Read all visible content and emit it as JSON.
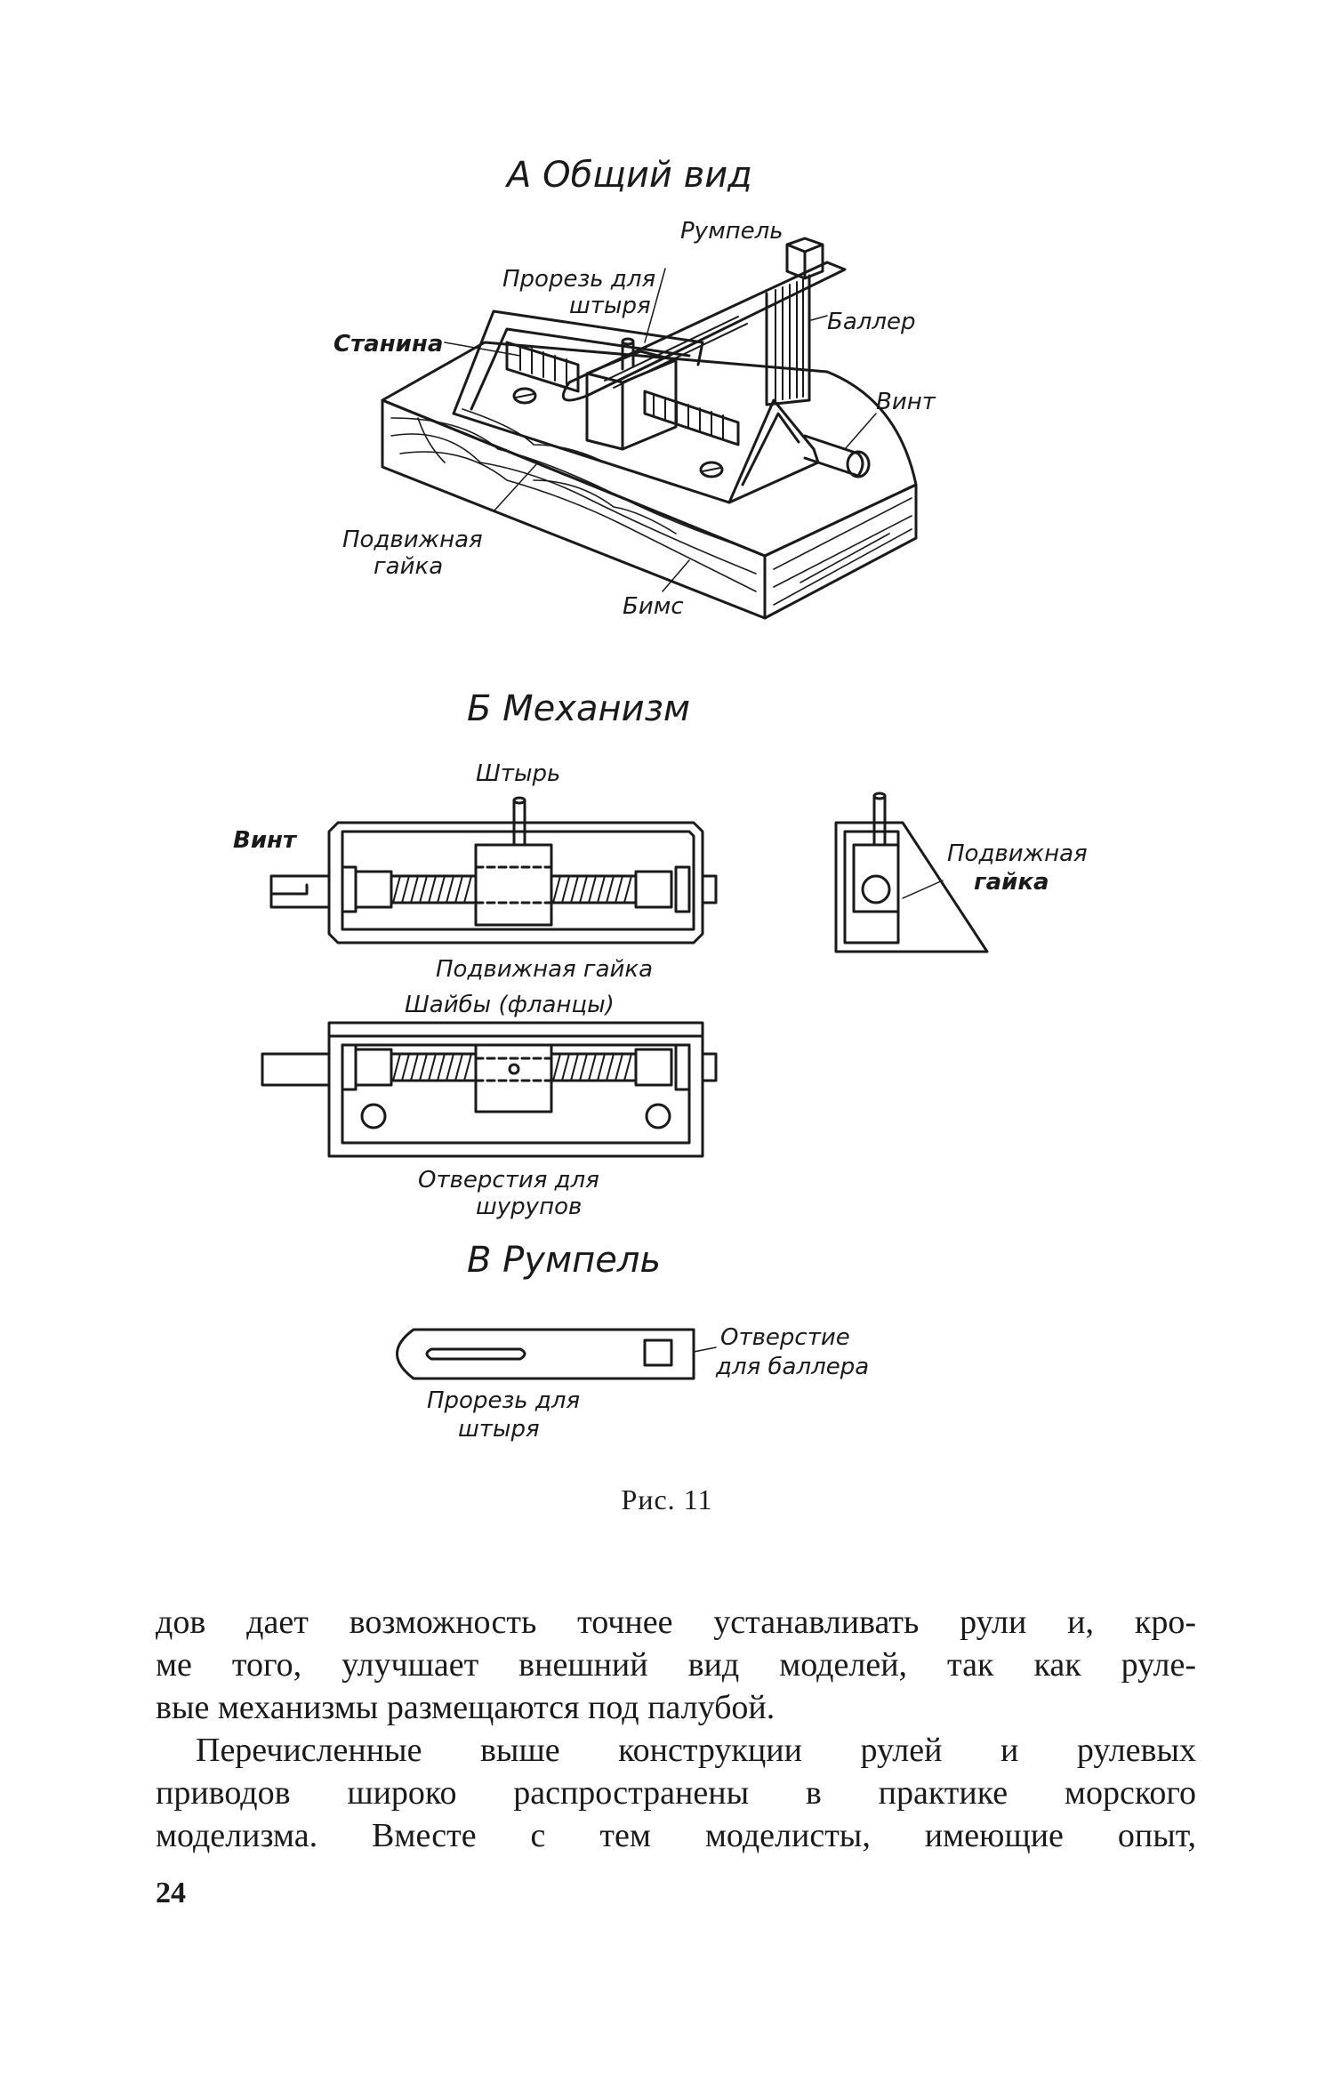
{
  "figure": {
    "section_a": {
      "title": "А Общий вид",
      "labels": {
        "tiller": "Румпель",
        "pin_slot": "Прорезь для",
        "pin_slot_2": "штыря",
        "stock": "Баллер",
        "frame": "Станина",
        "screw": "Винт",
        "moving_nut": "Подвижная",
        "moving_nut_2": "гайка",
        "beam": "Бимс"
      }
    },
    "section_b": {
      "title": "Б Механизм",
      "labels": {
        "pin": "Штырь",
        "screw": "Винт",
        "moving_nut_side": "Подвижная",
        "moving_nut_side_2": "гайка",
        "moving_nut": "Подвижная гайка",
        "washers": "Шайбы (фланцы)",
        "screw_holes": "Отверстия для",
        "screw_holes_2": "шурупов"
      }
    },
    "section_v": {
      "title": "В Румпель",
      "labels": {
        "stock_hole": "Отверстие",
        "stock_hole_2": "для баллера",
        "pin_slot": "Прорезь для",
        "pin_slot_2": "штыря"
      }
    }
  },
  "caption": "Рис. 11",
  "body": {
    "paragraph1_lines": [
      "дов дает возможность точнее устанавливать рули и, кро-",
      "ме того, улучшает внешний вид моделей, так как руле-",
      "вые механизмы размещаются под палубой."
    ],
    "paragraph2_lines": [
      "Перечисленные выше конструкции рулей и рулевых",
      "приводов широко распространены в практике морского",
      "моделизма. Вместе с тем моделисты, имеющие опыт,"
    ]
  },
  "page_number": "24"
}
